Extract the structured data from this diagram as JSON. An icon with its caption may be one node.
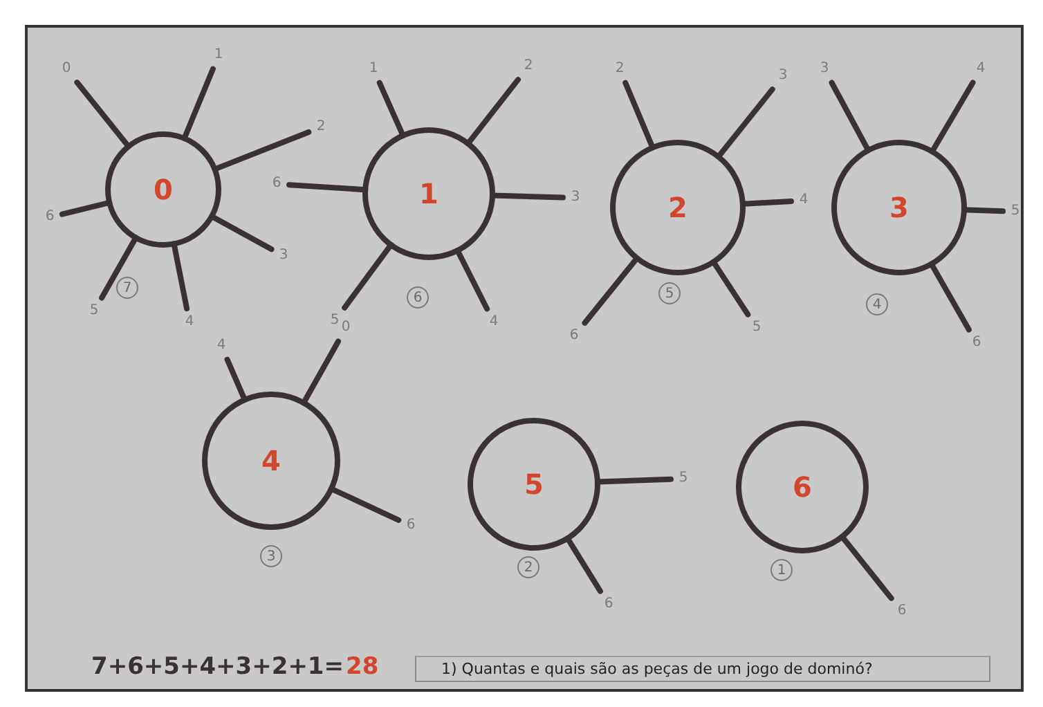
{
  "diagram": {
    "nodes": [
      {
        "text": [
          "0"
        ],
        "beside": [
          "7"
        ]
      },
      {
        "text": [
          "1"
        ],
        "beside": [
          "6"
        ]
      },
      {
        "text": [
          "2"
        ],
        "beside": [
          "5"
        ]
      },
      {
        "text": [
          "3"
        ],
        "beside": [
          "4"
        ]
      },
      {
        "text": [
          "4"
        ],
        "beside": [
          "3"
        ]
      },
      {
        "text": [
          "5"
        ],
        "beside": [
          "2"
        ]
      },
      {
        "text": [
          "6"
        ],
        "beside": [
          "1"
        ]
      },
      {
        "text": [
          "0"
        ]
      },
      {
        "text": [
          "1"
        ]
      },
      {
        "text": [
          "2"
        ]
      },
      {
        "text": [
          "3"
        ]
      },
      {
        "text": [
          "4"
        ]
      },
      {
        "text": [
          "5"
        ]
      },
      {
        "text": [
          "6"
        ]
      },
      {
        "text": [
          "1"
        ]
      },
      {
        "text": [
          "2"
        ]
      },
      {
        "text": [
          "3"
        ]
      },
      {
        "text": [
          "4"
        ]
      },
      {
        "text": [
          "5"
        ]
      },
      {
        "text": [
          "6"
        ]
      },
      {
        "text": [
          "2"
        ]
      },
      {
        "text": [
          "3"
        ]
      },
      {
        "text": [
          "4"
        ]
      },
      {
        "text": [
          "5"
        ]
      },
      {
        "text": [
          "6"
        ]
      },
      {
        "text": [
          "3"
        ]
      },
      {
        "text": [
          "4"
        ]
      },
      {
        "text": [
          "5"
        ]
      },
      {
        "text": [
          "6"
        ]
      },
      {
        "text": [
          "4"
        ]
      },
      {
        "text": [
          "0"
        ]
      },
      {
        "text": [
          "6"
        ]
      },
      {
        "text": [
          "5"
        ]
      },
      {
        "text": [
          "6"
        ]
      },
      {
        "text": [
          "6"
        ]
      }
    ],
    "edges": [
      {
        "from": 0,
        "to": 7,
        "arrow": "none"
      },
      {
        "from": 0,
        "to": 8,
        "arrow": "none"
      },
      {
        "from": 0,
        "to": 9,
        "arrow": "none"
      },
      {
        "from": 0,
        "to": 10,
        "arrow": "none"
      },
      {
        "from": 0,
        "to": 11,
        "arrow": "none"
      },
      {
        "from": 0,
        "to": 12,
        "arrow": "none"
      },
      {
        "from": 0,
        "to": 13,
        "arrow": "none"
      },
      {
        "from": 1,
        "to": 14,
        "arrow": "none"
      },
      {
        "from": 1,
        "to": 15,
        "arrow": "none"
      },
      {
        "from": 1,
        "to": 16,
        "arrow": "none"
      },
      {
        "from": 1,
        "to": 17,
        "arrow": "none"
      },
      {
        "from": 1,
        "to": 18,
        "arrow": "none"
      },
      {
        "from": 1,
        "to": 19,
        "arrow": "none"
      },
      {
        "from": 2,
        "to": 20,
        "arrow": "none"
      },
      {
        "from": 2,
        "to": 21,
        "arrow": "none"
      },
      {
        "from": 2,
        "to": 22,
        "arrow": "none"
      },
      {
        "from": 2,
        "to": 23,
        "arrow": "none"
      },
      {
        "from": 2,
        "to": 24,
        "arrow": "none"
      },
      {
        "from": 3,
        "to": 25,
        "arrow": "none"
      },
      {
        "from": 3,
        "to": 26,
        "arrow": "none"
      },
      {
        "from": 3,
        "to": 27,
        "arrow": "none"
      },
      {
        "from": 3,
        "to": 28,
        "arrow": "none"
      },
      {
        "from": 4,
        "to": 29,
        "arrow": "none"
      },
      {
        "from": 4,
        "to": 30,
        "arrow": "none"
      },
      {
        "from": 4,
        "to": 31,
        "arrow": "none"
      },
      {
        "from": 5,
        "to": 32,
        "arrow": "none"
      },
      {
        "from": 5,
        "to": 33,
        "arrow": "none"
      },
      {
        "from": 6,
        "to": 34,
        "arrow": "none"
      }
    ],
    "labels": [
      "7+6+5+4+3+2+1=",
      "28",
      "1) Quantas e quais são as peças de um jogo de dominó?"
    ]
  }
}
